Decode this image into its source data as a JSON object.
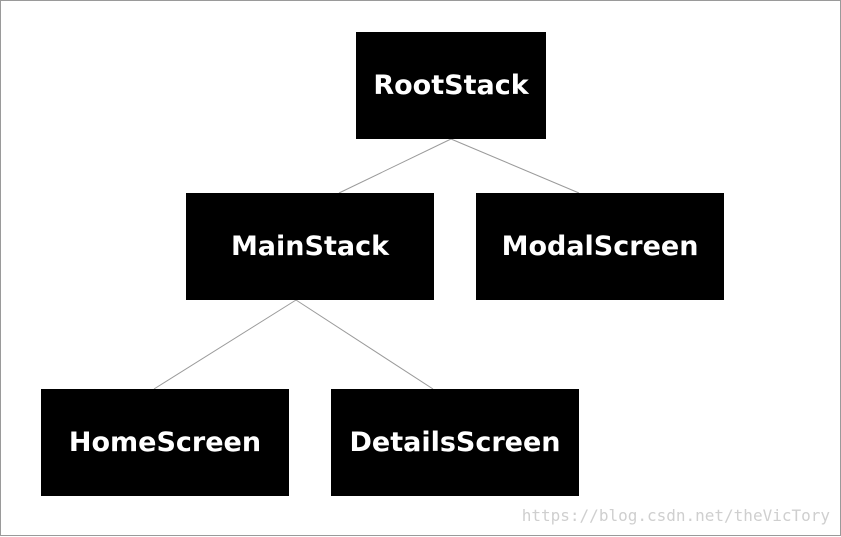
{
  "nodes": {
    "root": "RootStack",
    "main": "MainStack",
    "modal": "ModalScreen",
    "home": "HomeScreen",
    "details": "DetailsScreen"
  },
  "edges": [
    {
      "from": "root",
      "to": "main"
    },
    {
      "from": "root",
      "to": "modal"
    },
    {
      "from": "main",
      "to": "home"
    },
    {
      "from": "main",
      "to": "details"
    }
  ],
  "colors": {
    "node_fill": "#000000",
    "node_text": "#ffffff",
    "edge": "#9a9a9a",
    "watermark": "#cfcfcf"
  },
  "watermark": "https://blog.csdn.net/theVicTory"
}
